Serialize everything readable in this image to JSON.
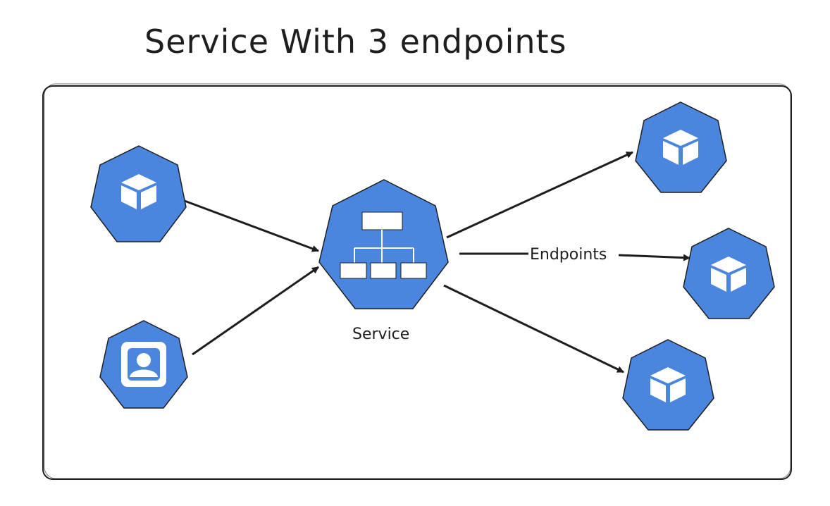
{
  "title": "Service With 3 endpoints",
  "labels": {
    "service": "Service",
    "endpoints_edge": "Endpoints"
  },
  "nodes": [
    {
      "id": "pod-source",
      "icon": "pod-cube-icon"
    },
    {
      "id": "user-source",
      "icon": "user-icon"
    },
    {
      "id": "service",
      "icon": "service-icon"
    },
    {
      "id": "pod-endpoint-1",
      "icon": "pod-cube-icon"
    },
    {
      "id": "pod-endpoint-2",
      "icon": "pod-cube-icon"
    },
    {
      "id": "pod-endpoint-3",
      "icon": "pod-cube-icon"
    }
  ],
  "edges": [
    {
      "from": "pod-source",
      "to": "service"
    },
    {
      "from": "user-source",
      "to": "service"
    },
    {
      "from": "service",
      "to": "pod-endpoint-1"
    },
    {
      "from": "service",
      "to": "pod-endpoint-2",
      "label": "Endpoints"
    },
    {
      "from": "service",
      "to": "pod-endpoint-3"
    }
  ],
  "colors": {
    "node_fill": "#4a86de",
    "stroke": "#1e1e1e",
    "icon": "#ffffff",
    "background": "#ffffff"
  }
}
